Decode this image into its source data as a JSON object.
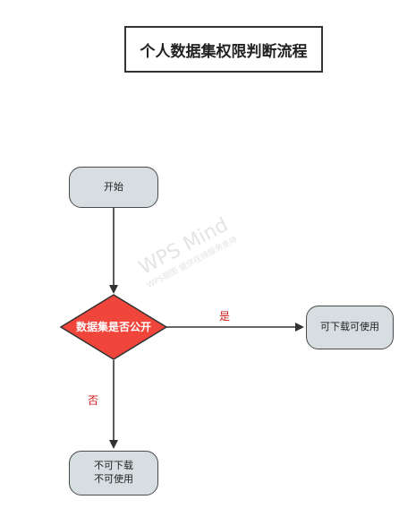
{
  "title": "个人数据集权限判断流程",
  "nodes": {
    "start": "开始",
    "decision": "数据集是否公开",
    "yes_result": "可下载可使用",
    "no_result_line1": "不可下载",
    "no_result_line2": "不可使用"
  },
  "edges": {
    "yes_label": "是",
    "no_label": "否"
  },
  "watermark": {
    "main": "WPS Mind",
    "sub": "WPS脑图 提供在线服务支持"
  },
  "colors": {
    "node_fill": "#d6dee1",
    "decision_fill": "#f0453a",
    "edge_label": "#d11a1a",
    "stroke": "#333333"
  }
}
